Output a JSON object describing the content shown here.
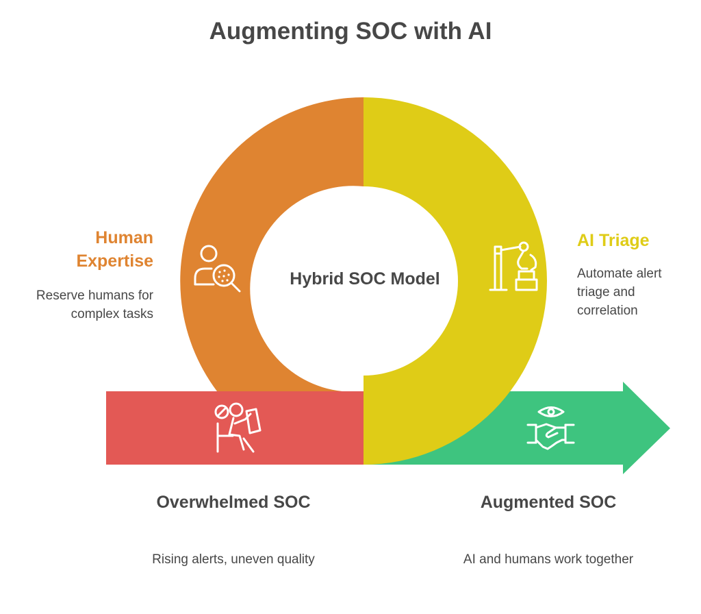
{
  "title": "Augmenting SOC with AI",
  "center": {
    "label": "Hybrid SOC Model"
  },
  "colors": {
    "human": "#df8431",
    "ai": "#dfcc17",
    "overwhelmed": "#e35955",
    "augmented": "#3ec47f",
    "text": "#474747"
  },
  "stages": {
    "human_expertise": {
      "title": "Human Expertise",
      "description": "Reserve humans for complex tasks",
      "icon": "person-search-icon"
    },
    "ai_triage": {
      "title": "AI Triage",
      "description": "Automate alert triage and correlation",
      "icon": "robot-arm-icon"
    },
    "overwhelmed_soc": {
      "title": "Overwhelmed SOC",
      "description": "Rising alerts, uneven quality",
      "icon": "stressed-worker-icon"
    },
    "augmented_soc": {
      "title": "Augmented SOC",
      "description": "AI and humans work together",
      "icon": "handshake-eye-icon"
    }
  }
}
